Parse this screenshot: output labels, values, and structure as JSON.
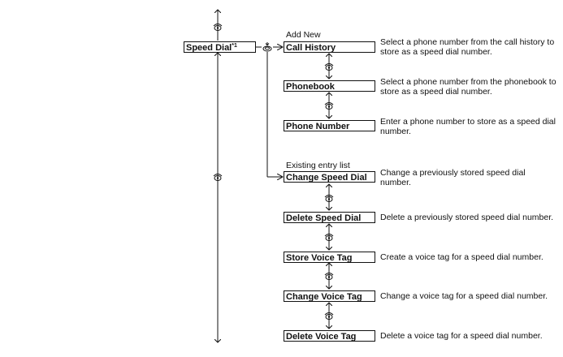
{
  "root": {
    "label": "Speed Dial",
    "footnote": "*1"
  },
  "groups": {
    "add_new": "Add New",
    "existing": "Existing entry list"
  },
  "add_new_items": [
    {
      "label": "Call History",
      "description": "Select a phone number from the call history to store as a speed dial number."
    },
    {
      "label": "Phonebook",
      "description": "Select a phone number from the phonebook to store as a speed dial number."
    },
    {
      "label": "Phone Number",
      "description": "Enter a phone number to store as a speed dial number."
    }
  ],
  "existing_items": [
    {
      "label": "Change Speed Dial",
      "description": "Change a previously stored speed dial number."
    },
    {
      "label": "Delete Speed Dial",
      "description": "Delete a previously stored speed dial number."
    },
    {
      "label": "Store Voice Tag",
      "description": "Create a voice tag for a speed dial number."
    },
    {
      "label": "Change Voice Tag",
      "description": "Change a voice tag for a speed dial number."
    },
    {
      "label": "Delete Voice Tag",
      "description": "Delete a voice tag for a speed dial number."
    }
  ],
  "icons": {
    "knob": "rotary-knob-icon",
    "select": "press-select-icon"
  }
}
